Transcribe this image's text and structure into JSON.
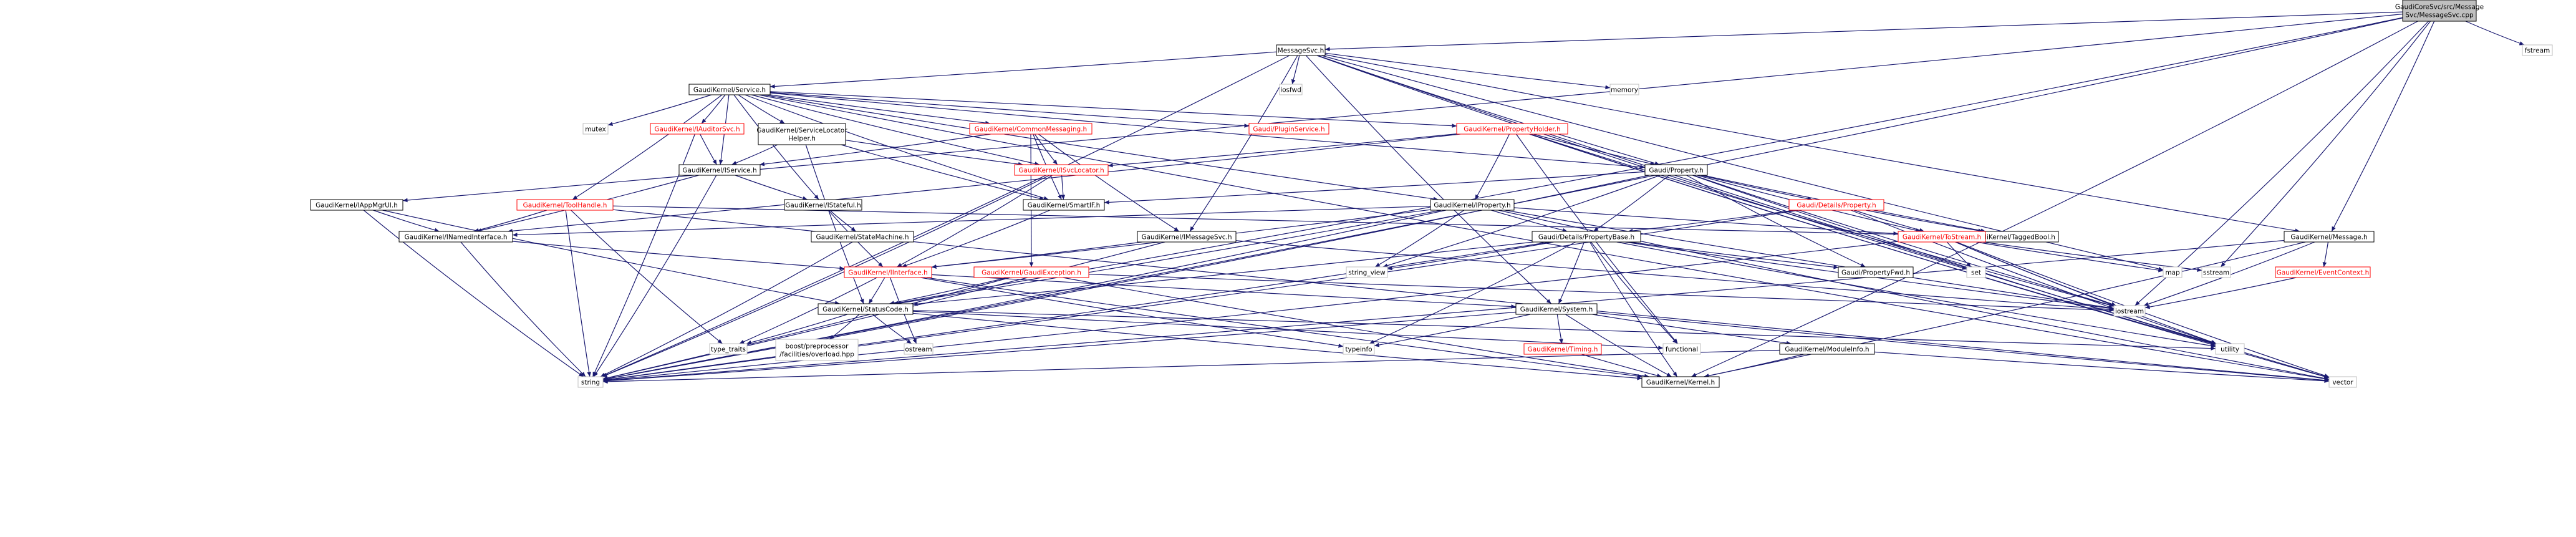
{
  "colors": {
    "edge": "#191970",
    "root_fill": "#bfbfbf",
    "documented_border": "#000000",
    "truncated_border": "#ff0000",
    "system_border": "#bfbfbf"
  },
  "nodes": [
    {
      "id": "root",
      "label": "GaudiCoreSvc/src/Message\nSvc/MessageSvc.cpp",
      "kind": "root"
    },
    {
      "id": "msgsvc_h",
      "label": "MessageSvc.h",
      "kind": "doc"
    },
    {
      "id": "fstream",
      "label": "fstream",
      "kind": "sys"
    },
    {
      "id": "service_h",
      "label": "GaudiKernel/Service.h",
      "kind": "doc"
    },
    {
      "id": "iosfwd",
      "label": "iosfwd",
      "kind": "sys"
    },
    {
      "id": "memory",
      "label": "memory",
      "kind": "sys"
    },
    {
      "id": "mutex",
      "label": "mutex",
      "kind": "sys"
    },
    {
      "id": "iauditorsvc",
      "label": "GaudiKernel/IAuditorSvc.h",
      "kind": "trunc"
    },
    {
      "id": "servicelocator",
      "label": "GaudiKernel/ServiceLocator\nHelper.h",
      "kind": "doc"
    },
    {
      "id": "commonmessaging",
      "label": "GaudiKernel/CommonMessaging.h",
      "kind": "trunc"
    },
    {
      "id": "pluginservice",
      "label": "Gaudi/PluginService.h",
      "kind": "trunc"
    },
    {
      "id": "propertyholder",
      "label": "GaudiKernel/PropertyHolder.h",
      "kind": "trunc"
    },
    {
      "id": "iservice",
      "label": "GaudiKernel/IService.h",
      "kind": "doc"
    },
    {
      "id": "isvclocator",
      "label": "GaudiKernel/ISvcLocator.h",
      "kind": "trunc"
    },
    {
      "id": "property_h",
      "label": "Gaudi/Property.h",
      "kind": "doc"
    },
    {
      "id": "iappmgrui",
      "label": "GaudiKernel/IAppMgrUI.h",
      "kind": "doc"
    },
    {
      "id": "itoolhandle",
      "label": "GaudiKernel/ToolHandle.h",
      "kind": "trunc"
    },
    {
      "id": "istateful",
      "label": "GaudiKernel/IStateful.h",
      "kind": "doc"
    },
    {
      "id": "smartif",
      "label": "GaudiKernel/SmartIF.h",
      "kind": "doc"
    },
    {
      "id": "iproperty",
      "label": "GaudiKernel/IProperty.h",
      "kind": "doc"
    },
    {
      "id": "details_property",
      "label": "Gaudi/Details/Property.h",
      "kind": "trunc"
    },
    {
      "id": "inamedinterface",
      "label": "GaudiKernel/INamedInterface.h",
      "kind": "doc"
    },
    {
      "id": "statemachine",
      "label": "GaudiKernel/StateMachine.h",
      "kind": "doc"
    },
    {
      "id": "imessagesvc",
      "label": "GaudiKernel/IMessageSvc.h",
      "kind": "doc"
    },
    {
      "id": "propertybase",
      "label": "Gaudi/Details/PropertyBase.h",
      "kind": "doc"
    },
    {
      "id": "taggedbool",
      "label": "GaudiKernel/TaggedBool.h",
      "kind": "doc"
    },
    {
      "id": "tostream",
      "label": "GaudiKernel/ToStream.h",
      "kind": "trunc"
    },
    {
      "id": "message_h",
      "label": "GaudiKernel/Message.h",
      "kind": "doc"
    },
    {
      "id": "iinterface",
      "label": "GaudiKernel/IInterface.h",
      "kind": "trunc"
    },
    {
      "id": "gaudiexception",
      "label": "GaudiKernel/GaudiException.h",
      "kind": "trunc"
    },
    {
      "id": "string_view",
      "label": "string_view",
      "kind": "sys"
    },
    {
      "id": "set",
      "label": "set",
      "kind": "sys"
    },
    {
      "id": "propertyfwd",
      "label": "Gaudi/PropertyFwd.h",
      "kind": "doc"
    },
    {
      "id": "map",
      "label": "map",
      "kind": "sys"
    },
    {
      "id": "sstream",
      "label": "sstream",
      "kind": "sys"
    },
    {
      "id": "eventcontext",
      "label": "GaudiKernel/EventContext.h",
      "kind": "trunc"
    },
    {
      "id": "statuscode",
      "label": "GaudiKernel/StatusCode.h",
      "kind": "doc"
    },
    {
      "id": "system_h",
      "label": "GaudiKernel/System.h",
      "kind": "doc"
    },
    {
      "id": "iostream",
      "label": "iostream",
      "kind": "sys"
    },
    {
      "id": "type_traits",
      "label": "type_traits",
      "kind": "sys"
    },
    {
      "id": "boost_overload",
      "label": "boost/preprocessor\n/facilities/overload.hpp",
      "kind": "sys"
    },
    {
      "id": "ostream",
      "label": "ostream",
      "kind": "sys"
    },
    {
      "id": "typeinfo",
      "label": "typeinfo",
      "kind": "sys"
    },
    {
      "id": "timing",
      "label": "GaudiKernel/Timing.h",
      "kind": "trunc"
    },
    {
      "id": "functional",
      "label": "functional",
      "kind": "sys"
    },
    {
      "id": "moduleinfo",
      "label": "GaudiKernel/ModuleInfo.h",
      "kind": "doc"
    },
    {
      "id": "utility",
      "label": "utility",
      "kind": "sys"
    },
    {
      "id": "string",
      "label": "string",
      "kind": "sys"
    },
    {
      "id": "kernel",
      "label": "GaudiKernel/Kernel.h",
      "kind": "doc"
    },
    {
      "id": "vector",
      "label": "vector",
      "kind": "sys"
    }
  ],
  "edges": [
    [
      "root",
      "msgsvc_h"
    ],
    [
      "root",
      "fstream"
    ],
    [
      "root",
      "iappmgrui"
    ],
    [
      "root",
      "statuscode"
    ],
    [
      "root",
      "sstream"
    ],
    [
      "root",
      "message_h"
    ],
    [
      "root",
      "string"
    ],
    [
      "root",
      "kernel"
    ],
    [
      "root",
      "iostream"
    ],
    [
      "msgsvc_h",
      "service_h"
    ],
    [
      "msgsvc_h",
      "iosfwd"
    ],
    [
      "msgsvc_h",
      "memory"
    ],
    [
      "msgsvc_h",
      "property_h"
    ],
    [
      "msgsvc_h",
      "imessagesvc"
    ],
    [
      "msgsvc_h",
      "message_h"
    ],
    [
      "msgsvc_h",
      "map"
    ],
    [
      "msgsvc_h",
      "set"
    ],
    [
      "msgsvc_h",
      "vector"
    ],
    [
      "msgsvc_h",
      "string"
    ],
    [
      "msgsvc_h",
      "system_h"
    ],
    [
      "service_h",
      "mutex"
    ],
    [
      "service_h",
      "iauditorsvc"
    ],
    [
      "service_h",
      "servicelocator"
    ],
    [
      "service_h",
      "commonmessaging"
    ],
    [
      "service_h",
      "pluginservice"
    ],
    [
      "service_h",
      "propertyholder"
    ],
    [
      "service_h",
      "iservice"
    ],
    [
      "service_h",
      "isvclocator"
    ],
    [
      "service_h",
      "property_h"
    ],
    [
      "service_h",
      "itoolhandle"
    ],
    [
      "service_h",
      "istateful"
    ],
    [
      "service_h",
      "smartif"
    ],
    [
      "service_h",
      "iproperty"
    ],
    [
      "service_h",
      "vector"
    ],
    [
      "iauditorsvc",
      "iservice"
    ],
    [
      "iauditorsvc",
      "string"
    ],
    [
      "servicelocator",
      "isvclocator"
    ],
    [
      "servicelocator",
      "iservice"
    ],
    [
      "servicelocator",
      "smartif"
    ],
    [
      "servicelocator",
      "statuscode"
    ],
    [
      "commonmessaging",
      "isvclocator"
    ],
    [
      "commonmessaging",
      "smartif"
    ],
    [
      "commonmessaging",
      "imessagesvc"
    ],
    [
      "commonmessaging",
      "gaudiexception"
    ],
    [
      "commonmessaging",
      "iservice"
    ],
    [
      "propertyholder",
      "property_h"
    ],
    [
      "propertyholder",
      "iproperty"
    ],
    [
      "propertyholder",
      "inamedinterface"
    ],
    [
      "propertyholder",
      "isvclocator"
    ],
    [
      "propertyholder",
      "functional"
    ],
    [
      "propertyholder",
      "iostream"
    ],
    [
      "propertyholder",
      "utility"
    ],
    [
      "propertyholder",
      "vector"
    ],
    [
      "iservice",
      "inamedinterface"
    ],
    [
      "iservice",
      "istateful"
    ],
    [
      "iservice",
      "string"
    ],
    [
      "isvclocator",
      "smartif"
    ],
    [
      "isvclocator",
      "iinterface"
    ],
    [
      "isvclocator",
      "string"
    ],
    [
      "property_h",
      "details_property"
    ],
    [
      "property_h",
      "propertybase"
    ],
    [
      "property_h",
      "propertyfwd"
    ],
    [
      "property_h",
      "taggedbool"
    ],
    [
      "property_h",
      "tostream"
    ],
    [
      "property_h",
      "smartif"
    ],
    [
      "property_h",
      "string"
    ],
    [
      "property_h",
      "string_view"
    ],
    [
      "property_h",
      "utility"
    ],
    [
      "property_h",
      "iostream"
    ],
    [
      "iappmgrui",
      "inamedinterface"
    ],
    [
      "iappmgrui",
      "statuscode"
    ],
    [
      "iappmgrui",
      "string"
    ],
    [
      "itoolhandle",
      "inamedinterface"
    ],
    [
      "itoolhandle",
      "taggedbool"
    ],
    [
      "itoolhandle",
      "type_traits"
    ],
    [
      "itoolhandle",
      "string"
    ],
    [
      "itoolhandle",
      "vector"
    ],
    [
      "istateful",
      "iinterface"
    ],
    [
      "istateful",
      "statemachine"
    ],
    [
      "smartif",
      "iinterface"
    ],
    [
      "iproperty",
      "inamedinterface"
    ],
    [
      "iproperty",
      "iinterface"
    ],
    [
      "iproperty",
      "propertybase"
    ],
    [
      "iproperty",
      "tostream"
    ],
    [
      "iproperty",
      "string"
    ],
    [
      "iproperty",
      "vector"
    ],
    [
      "iproperty",
      "string_view"
    ],
    [
      "iproperty",
      "statuscode"
    ],
    [
      "iproperty",
      "iostream"
    ],
    [
      "details_property",
      "propertybase"
    ],
    [
      "details_property",
      "taggedbool"
    ],
    [
      "details_property",
      "tostream"
    ],
    [
      "details_property",
      "utility"
    ],
    [
      "details_property",
      "string"
    ],
    [
      "inamedinterface",
      "iinterface"
    ],
    [
      "inamedinterface",
      "string"
    ],
    [
      "statemachine",
      "string"
    ],
    [
      "imessagesvc",
      "iinterface"
    ],
    [
      "imessagesvc",
      "string"
    ],
    [
      "imessagesvc",
      "iostream"
    ],
    [
      "propertybase",
      "propertyfwd"
    ],
    [
      "propertybase",
      "statuscode"
    ],
    [
      "propertybase",
      "kernel"
    ],
    [
      "propertybase",
      "system_h"
    ],
    [
      "propertybase",
      "string_view"
    ],
    [
      "propertybase",
      "iostream"
    ],
    [
      "propertybase",
      "functional"
    ],
    [
      "propertybase",
      "typeinfo"
    ],
    [
      "propertybase",
      "string"
    ],
    [
      "propertybase",
      "utility"
    ],
    [
      "tostream",
      "set"
    ],
    [
      "tostream",
      "map"
    ],
    [
      "tostream",
      "sstream"
    ],
    [
      "tostream",
      "iostream"
    ],
    [
      "tostream",
      "string"
    ],
    [
      "tostream",
      "vector"
    ],
    [
      "tostream",
      "utility"
    ],
    [
      "message_h",
      "eventcontext"
    ],
    [
      "message_h",
      "kernel"
    ],
    [
      "message_h",
      "iostream"
    ],
    [
      "message_h",
      "string"
    ],
    [
      "iinterface",
      "statuscode"
    ],
    [
      "iinterface",
      "kernel"
    ],
    [
      "iinterface",
      "system_h"
    ],
    [
      "iinterface",
      "typeinfo"
    ],
    [
      "iinterface",
      "ostream"
    ],
    [
      "iinterface",
      "type_traits"
    ],
    [
      "gaudiexception",
      "statuscode"
    ],
    [
      "gaudiexception",
      "kernel"
    ],
    [
      "gaudiexception",
      "string"
    ],
    [
      "gaudiexception",
      "iostream"
    ],
    [
      "eventcontext",
      "iostream"
    ],
    [
      "statuscode",
      "kernel"
    ],
    [
      "statuscode",
      "boost_overload"
    ],
    [
      "statuscode",
      "ostream"
    ],
    [
      "statuscode",
      "type_traits"
    ],
    [
      "statuscode",
      "functional"
    ],
    [
      "statuscode",
      "utility"
    ],
    [
      "system_h",
      "kernel"
    ],
    [
      "system_h",
      "timing"
    ],
    [
      "system_h",
      "moduleinfo"
    ],
    [
      "system_h",
      "typeinfo"
    ],
    [
      "system_h",
      "string"
    ],
    [
      "system_h",
      "vector"
    ],
    [
      "timing",
      "kernel"
    ],
    [
      "moduleinfo",
      "kernel"
    ],
    [
      "moduleinfo",
      "string"
    ],
    [
      "moduleinfo",
      "vector"
    ]
  ]
}
